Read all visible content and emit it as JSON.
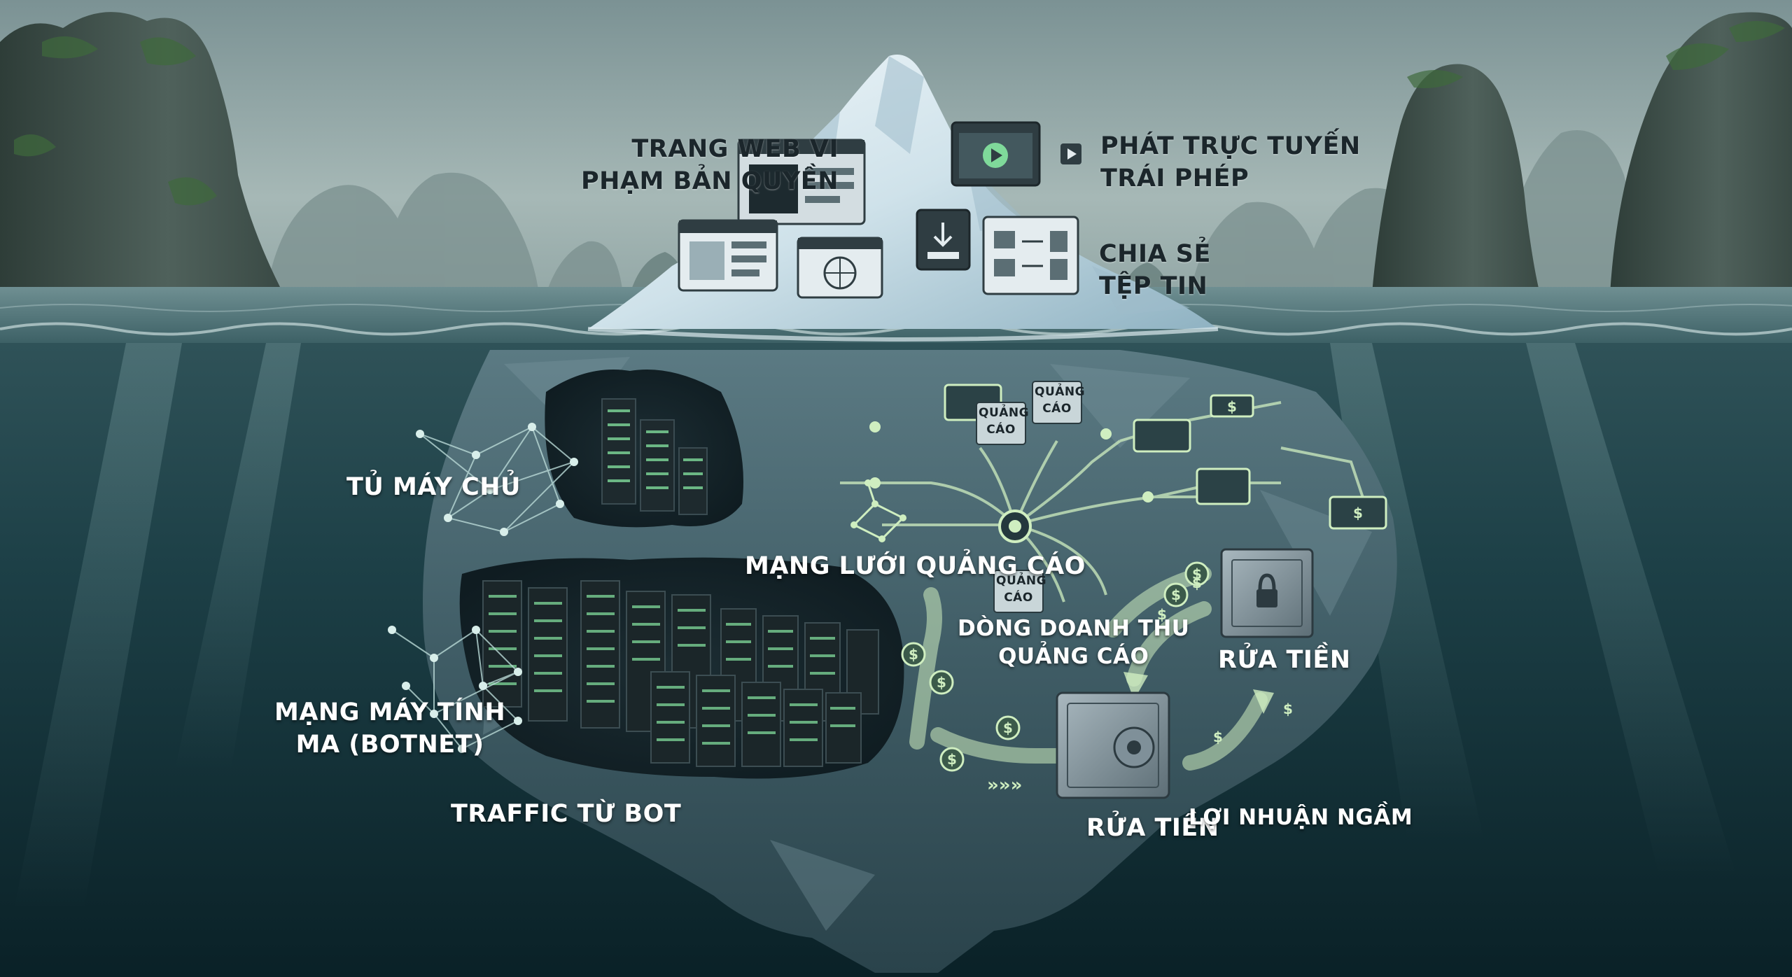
{
  "diagram": {
    "surface_labels": {
      "piracy_sites": [
        "TRANG WEB VI",
        "PHẠM BẢN QUYỀN"
      ],
      "illegal_streaming": [
        "PHÁT TRỰC TUYẾN",
        "TRÁI PHÉP"
      ],
      "file_sharing": [
        "CHIA SẺ",
        "TỆP TIN"
      ]
    },
    "underwater_labels": {
      "server_racks": "TỦ MÁY CHỦ",
      "botnet": [
        "MẠNG MÁY TÍNH",
        "MA (BOTNET)"
      ],
      "bot_traffic": "TRAFFIC TỪ BOT",
      "ad_network": "MẠNG LƯỚI QUẢNG CÁO",
      "ad_revenue_flow": [
        "DÒNG DOANH THU",
        "QUẢNG CÁO"
      ],
      "money_laundering_upper": "RỬA TIỀN",
      "money_laundering_lower": "RỬA TIỀN",
      "hidden_profit": "LỢI NHUẬN NGẦM"
    },
    "ad_tags": [
      [
        "QUẢNG",
        "CÁO"
      ],
      [
        "QUẢNG",
        "CÁO"
      ],
      [
        "QUẢNG",
        "CÁO"
      ]
    ],
    "colors": {
      "sky": "#8fa6a6",
      "sea_surface": "#4f7479",
      "deep_water": "#0d2a31",
      "ice_top": "#e6f1f5",
      "ice_underwater": "#4e6c75",
      "glow_flow": "#cfeec0",
      "server_glow": "#7fd99a",
      "text": "#ffffff"
    }
  }
}
